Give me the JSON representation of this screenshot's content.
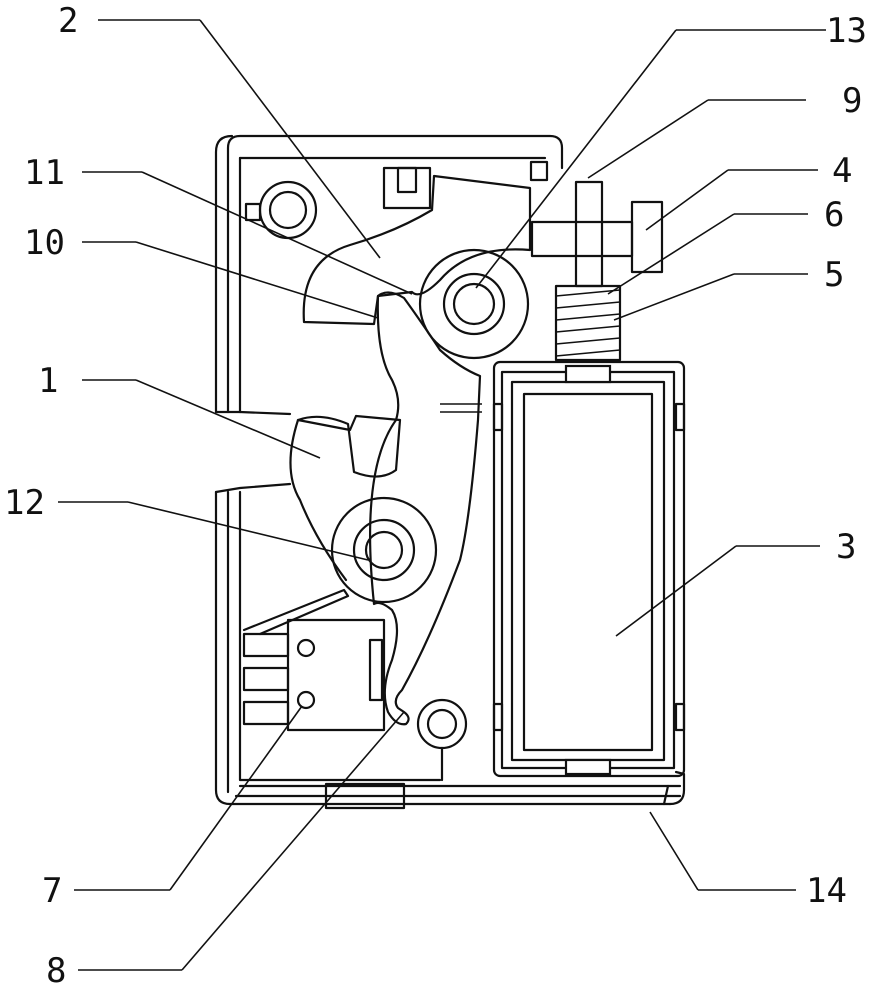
{
  "figure": {
    "callouts": [
      {
        "id": "c2",
        "label": "2"
      },
      {
        "id": "c11",
        "label": "11"
      },
      {
        "id": "c10",
        "label": "10"
      },
      {
        "id": "c1",
        "label": "1"
      },
      {
        "id": "c12",
        "label": "12"
      },
      {
        "id": "c7",
        "label": "7"
      },
      {
        "id": "c8",
        "label": "8"
      },
      {
        "id": "c13",
        "label": "13"
      },
      {
        "id": "c9",
        "label": "9"
      },
      {
        "id": "c4",
        "label": "4"
      },
      {
        "id": "c6",
        "label": "6"
      },
      {
        "id": "c5",
        "label": "5"
      },
      {
        "id": "c3",
        "label": "3"
      },
      {
        "id": "c14",
        "label": "14"
      }
    ]
  }
}
